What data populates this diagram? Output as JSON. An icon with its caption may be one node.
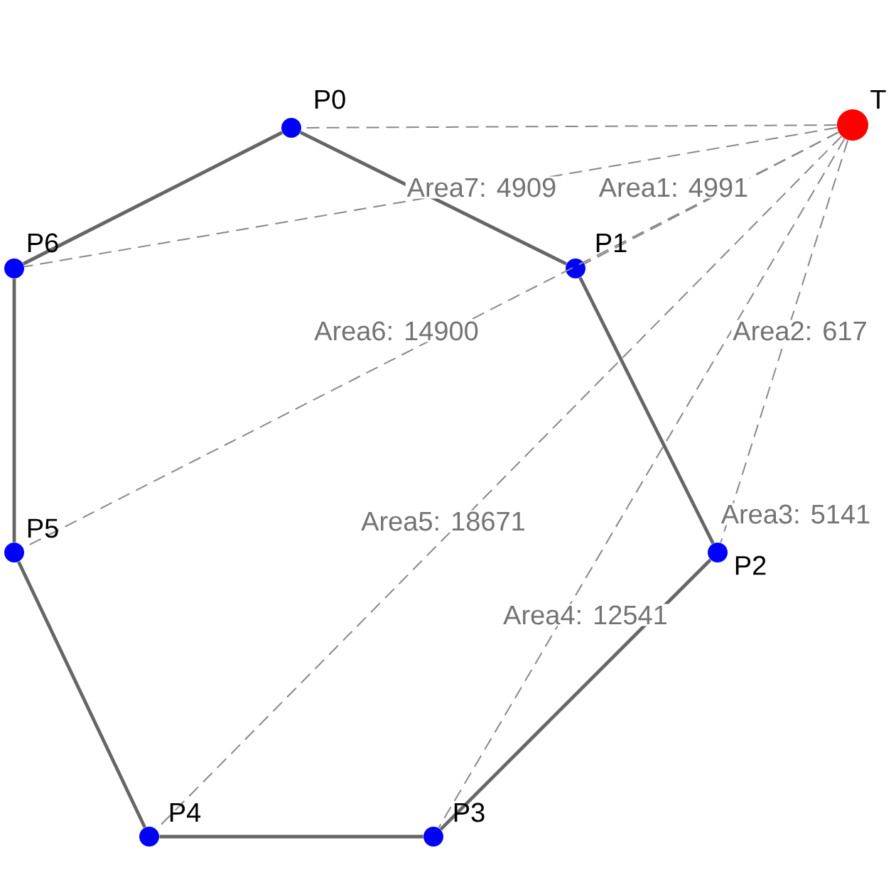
{
  "diagram": {
    "nodes": [
      {
        "text": [],
        "shape": "circle",
        "beside": [
          "P0"
        ]
      },
      {
        "text": [],
        "shape": "circle",
        "beside": [
          "P1"
        ]
      },
      {
        "text": [],
        "shape": "circle",
        "beside": [
          "P2"
        ]
      },
      {
        "text": [],
        "shape": "circle",
        "beside": [
          "P3"
        ]
      },
      {
        "text": [],
        "shape": "circle",
        "beside": [
          "P4"
        ]
      },
      {
        "text": [],
        "shape": "circle",
        "beside": [
          "P5"
        ]
      },
      {
        "text": [],
        "shape": "circle",
        "beside": [
          "P6"
        ]
      },
      {
        "text": [],
        "shape": "circle",
        "beside": [
          "T"
        ]
      }
    ],
    "edges": [
      {
        "from": 7,
        "to": 0,
        "arrow": "none",
        "style": "dashed"
      },
      {
        "from": 7,
        "to": 1,
        "arrow": "none",
        "style": "dashed"
      },
      {
        "from": 7,
        "to": 2,
        "arrow": "none",
        "style": "dashed"
      },
      {
        "from": 7,
        "to": 3,
        "arrow": "none",
        "style": "dashed"
      },
      {
        "from": 7,
        "to": 4,
        "arrow": "none",
        "style": "dashed"
      },
      {
        "from": 7,
        "to": 5,
        "arrow": "none",
        "style": "dashed"
      },
      {
        "from": 7,
        "to": 6,
        "arrow": "none",
        "style": "dashed"
      },
      {
        "from": 0,
        "to": 1,
        "arrow": "none"
      },
      {
        "from": 1,
        "to": 2,
        "arrow": "none"
      },
      {
        "from": 2,
        "to": 3,
        "arrow": "none"
      },
      {
        "from": 3,
        "to": 4,
        "arrow": "none"
      },
      {
        "from": 4,
        "to": 5,
        "arrow": "none"
      },
      {
        "from": 5,
        "to": 6,
        "arrow": "none"
      },
      {
        "from": 6,
        "to": 0,
        "arrow": "none"
      }
    ],
    "labels": [
      "Area7: 4909",
      "Area1: 4991",
      "Area6: 14900",
      "Area2: 617",
      "Area5: 18671",
      "Area3: 5141",
      "Area4: 12541"
    ]
  }
}
